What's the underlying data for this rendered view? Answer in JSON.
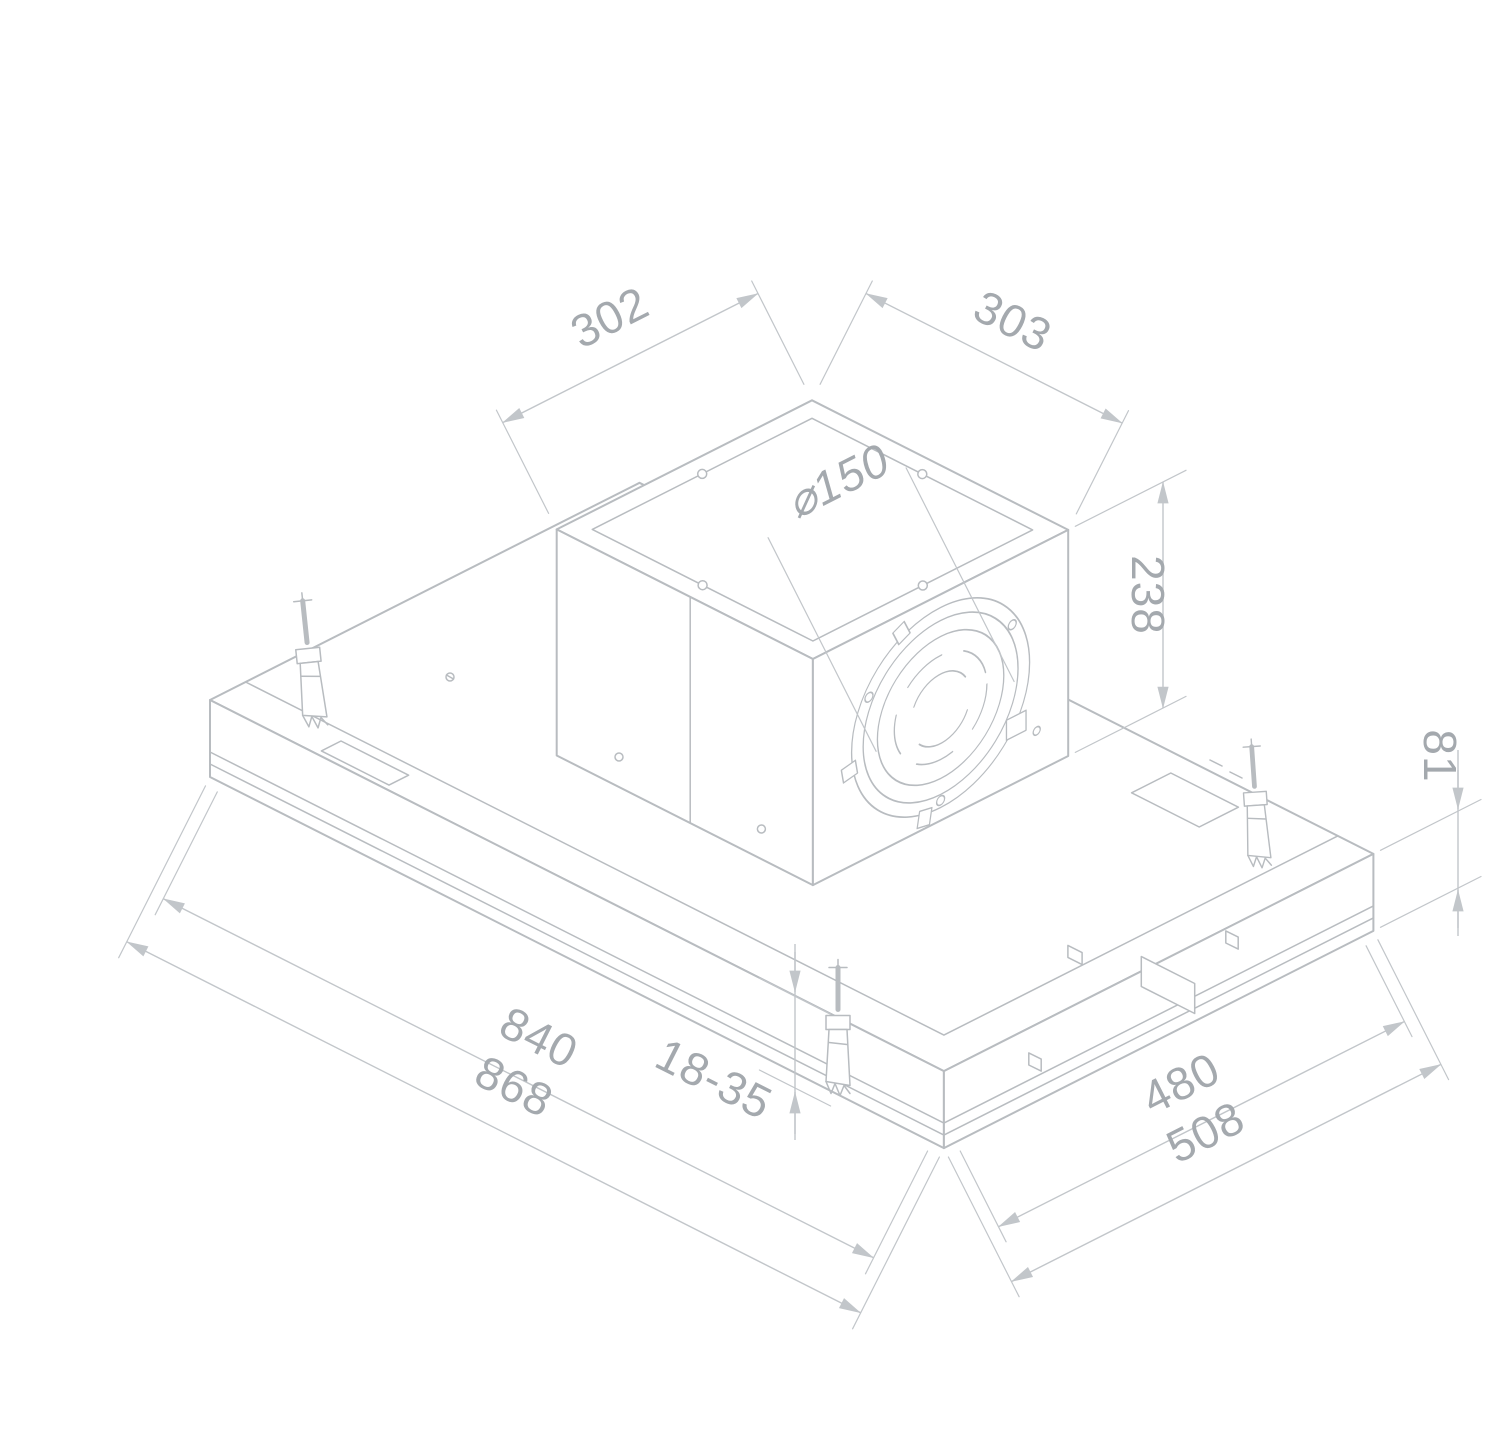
{
  "drawing": {
    "units": "mm",
    "palette": {
      "line": "#b8bcc0",
      "dim": "#c2c6ca",
      "text": "#a4a9ae",
      "bg": "#ffffff"
    },
    "labels": {
      "top_depth": "302",
      "top_width": "303",
      "motor_height": "238",
      "duct_diameter": "⌀150",
      "body_height": "81",
      "recess_length": "840",
      "overall_length": "868",
      "panel_thickness_range": "18-35",
      "recess_depth": "480",
      "overall_depth": "508"
    }
  }
}
